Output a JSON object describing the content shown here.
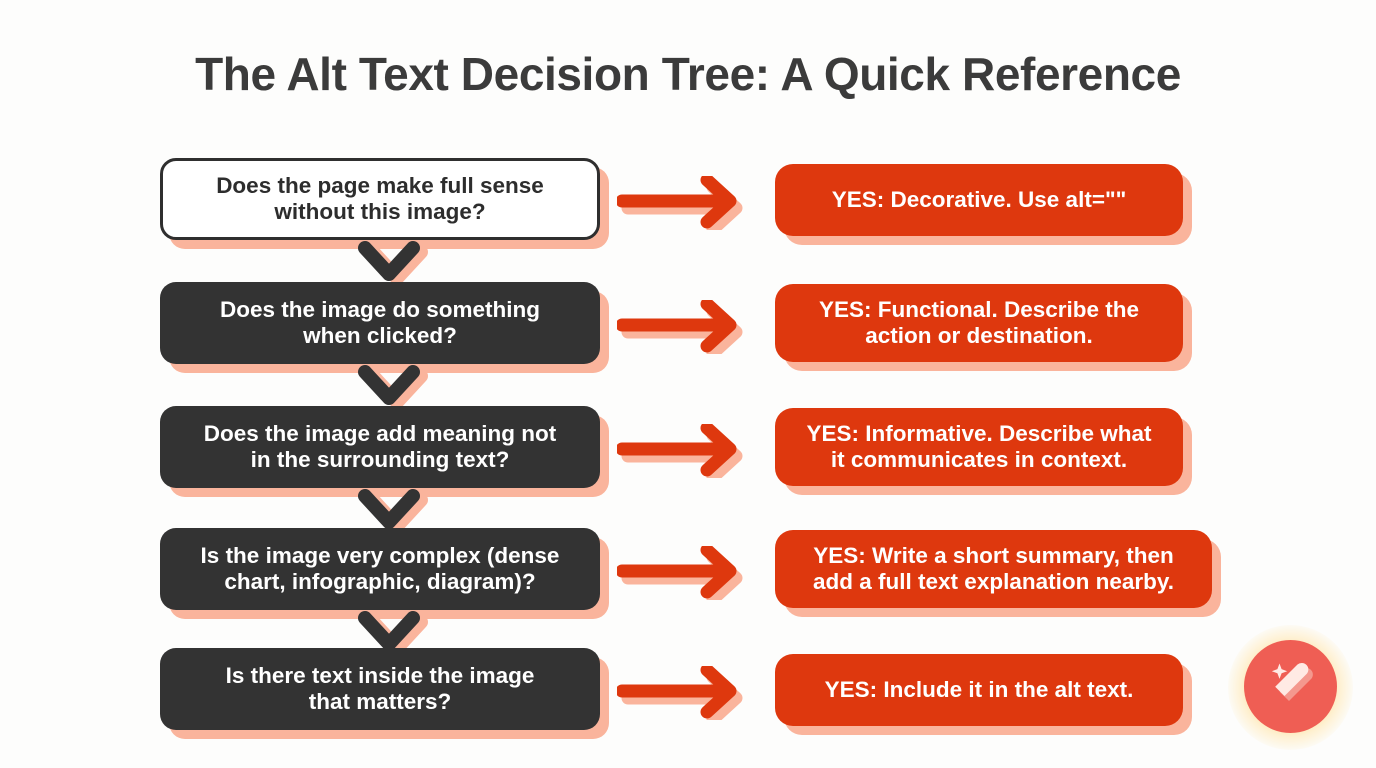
{
  "page": {
    "title": "The Alt Text Decision Tree: A Quick Reference",
    "background_color": "#fdfdfc",
    "title_color": "#3b3b3b"
  },
  "theme": {
    "accent_orange": "#de380e",
    "shadow_peach": "#fab49c",
    "dark_box": "#333333",
    "light_box": "#ffffff",
    "border_dark": "#2f2f2f",
    "badge_circle": "#ef5e54",
    "badge_glow": "#ffd682"
  },
  "flow": {
    "steps": [
      {
        "question": "Does the page make full sense without this image?",
        "question_line1": "Does the page make full sense",
        "question_line2": "without this image?",
        "question_style": "light",
        "answer": "YES: Decorative. Use alt=\"\"",
        "answer_line1": "YES: Decorative. Use alt=\"\"",
        "answer_line2": "",
        "answer_width": "narrow"
      },
      {
        "question": "Does the image do something when clicked?",
        "question_line1": "Does the image do something",
        "question_line2": "when clicked?",
        "question_style": "dark",
        "answer": "YES: Functional. Describe the action or destination.",
        "answer_line1": "YES: Functional. Describe the",
        "answer_line2": "action or destination.",
        "answer_width": "narrow"
      },
      {
        "question": "Does the image add meaning not in the surrounding text?",
        "question_line1": "Does the image add meaning not",
        "question_line2": "in the surrounding text?",
        "question_style": "dark",
        "answer": "YES: Informative. Describe what it communicates in context.",
        "answer_line1": "YES: Informative. Describe what",
        "answer_line2": "it communicates in context.",
        "answer_width": "narrow"
      },
      {
        "question": "Is the image very complex (dense chart, infographic, diagram)?",
        "question_line1": "Is the image very complex (dense",
        "question_line2": "chart, infographic, diagram)?",
        "question_style": "dark",
        "answer": "YES: Write a short summary, then add a full text explanation nearby.",
        "answer_line1": "YES: Write a short summary, then",
        "answer_line2": "add a full text explanation nearby.",
        "answer_width": "wide"
      },
      {
        "question": "Is there text inside the image that matters?",
        "question_line1": "Is there text inside the image",
        "question_line2": "that matters?",
        "question_style": "dark",
        "answer": "YES: Include it in the alt text.",
        "answer_line1": "YES: Include it in the alt text.",
        "answer_line2": "",
        "answer_width": "narrow"
      }
    ]
  },
  "badge": {
    "icon": "magic-wand-sparkles-icon"
  }
}
